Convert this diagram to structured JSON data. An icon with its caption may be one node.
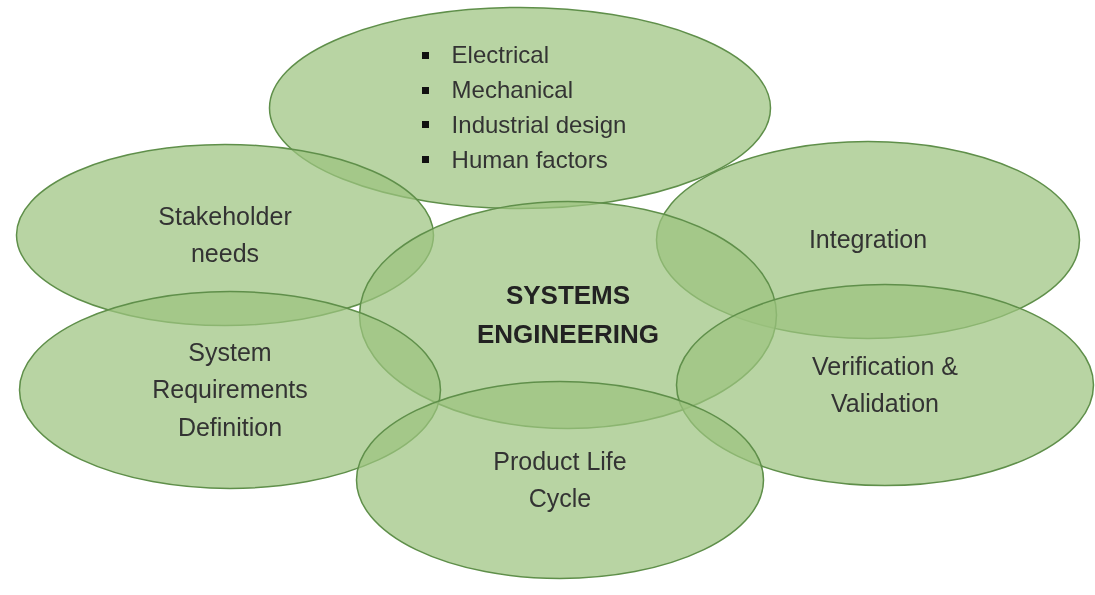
{
  "diagram": {
    "nodes": [
      {
        "text": [
          "Electrical",
          "Mechanical",
          "Industrial design",
          "Human factors"
        ]
      },
      {
        "text": [
          "Stakeholder needs"
        ]
      },
      {
        "text": [
          "Integration"
        ]
      },
      {
        "text": [
          "SYSTEMS ENGINEERING"
        ]
      },
      {
        "text": [
          "System Requirements Definition"
        ]
      },
      {
        "text": [
          "Verification & Validation"
        ]
      },
      {
        "text": [
          "Product Life Cycle"
        ]
      }
    ]
  }
}
